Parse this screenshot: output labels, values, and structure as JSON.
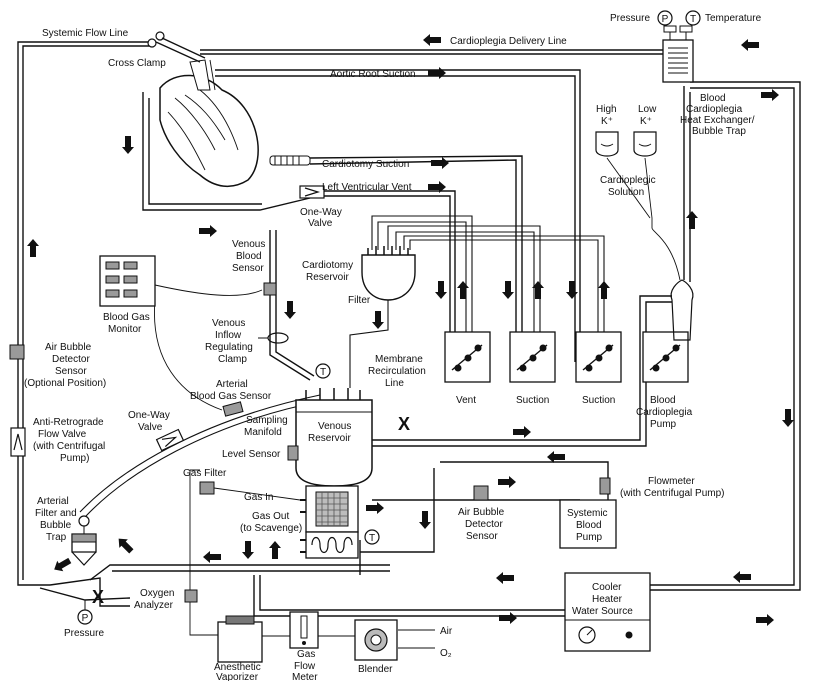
{
  "labels": {
    "systemic_flow_line": "Systemic Flow Line",
    "cross_clamp": "Cross Clamp",
    "cardioplegia_delivery_line": "Cardioplegia Delivery Line",
    "aortic_root_suction": "Aortic Root Suction",
    "cardiotomy_suction": "Cardiotomy Suction",
    "left_ventricular_vent": "Left Ventricular Vent",
    "one_way_valve_top": [
      "One-Way",
      "Valve"
    ],
    "pressure": "Pressure",
    "p_symbol": "P",
    "t_symbol": "T",
    "temperature": "Temperature",
    "blood_cardioplegia_hx": [
      "Blood",
      "Cardioplegia",
      "Heat Exchanger/",
      "Bubble Trap"
    ],
    "high_k": [
      "High",
      "K⁺"
    ],
    "low_k": [
      "Low",
      "K⁺"
    ],
    "cardioplegic_solution": [
      "Cardioplegic",
      "Solution"
    ],
    "cardiotomy_reservoir": [
      "Cardiotomy",
      "Reservoir"
    ],
    "filter": "Filter",
    "venous_blood_sensor": [
      "Venous",
      "Blood",
      "Sensor"
    ],
    "blood_gas_monitor": [
      "Blood Gas",
      "Monitor"
    ],
    "venous_inflow_clamp": [
      "Venous",
      "Inflow",
      "Regulating",
      "Clamp"
    ],
    "air_bubble_detector_sensor_optional": [
      "Air Bubble",
      "Detector",
      "Sensor",
      "(Optional Position)"
    ],
    "membrane_recirculation_line": [
      "Membrane",
      "Recirculation",
      "Line"
    ],
    "vent": "Vent",
    "suction_1": "Suction",
    "suction_2": "Suction",
    "blood_cardioplegia_pump": [
      "Blood",
      "Cardioplegia",
      "Pump"
    ],
    "arterial_blood_gas_sensor": [
      "Arterial",
      "Blood Gas Sensor"
    ],
    "sampling_manifold": [
      "Sampling",
      "Manifold"
    ],
    "venous_reservoir": [
      "Venous",
      "Reservoir"
    ],
    "level_sensor": "Level Sensor",
    "anti_retrograde_valve": [
      "Anti-Retrograde",
      "Flow Valve",
      "(with Centrifugal",
      "Pump)"
    ],
    "one_way_valve_bottom": [
      "One-Way",
      "Valve"
    ],
    "gas_filter": "Gas Filter",
    "gas_in": "Gas In",
    "gas_out": [
      "Gas Out",
      "(to Scavenge)"
    ],
    "air_bubble_detector_sensor": [
      "Air Bubble",
      "Detector",
      "Sensor"
    ],
    "flowmeter": [
      "Flowmeter",
      "(with Centrifugal Pump)"
    ],
    "systemic_blood_pump": [
      "Systemic",
      "Blood",
      "Pump"
    ],
    "arterial_filter": [
      "Arterial",
      "Filter and",
      "Bubble",
      "Trap"
    ],
    "oxygen_analyzer": [
      "Oxygen",
      "Analyzer"
    ],
    "cooler_heater": [
      "Cooler",
      "Heater",
      "Water Source"
    ],
    "anesthetic_vaporizer": [
      "Anesthetic",
      "Vaporizer"
    ],
    "gas_flow_meter": [
      "Gas",
      "Flow",
      "Meter"
    ],
    "blender": "Blender",
    "air": "Air",
    "o2": "O₂",
    "x_mark": "X"
  }
}
